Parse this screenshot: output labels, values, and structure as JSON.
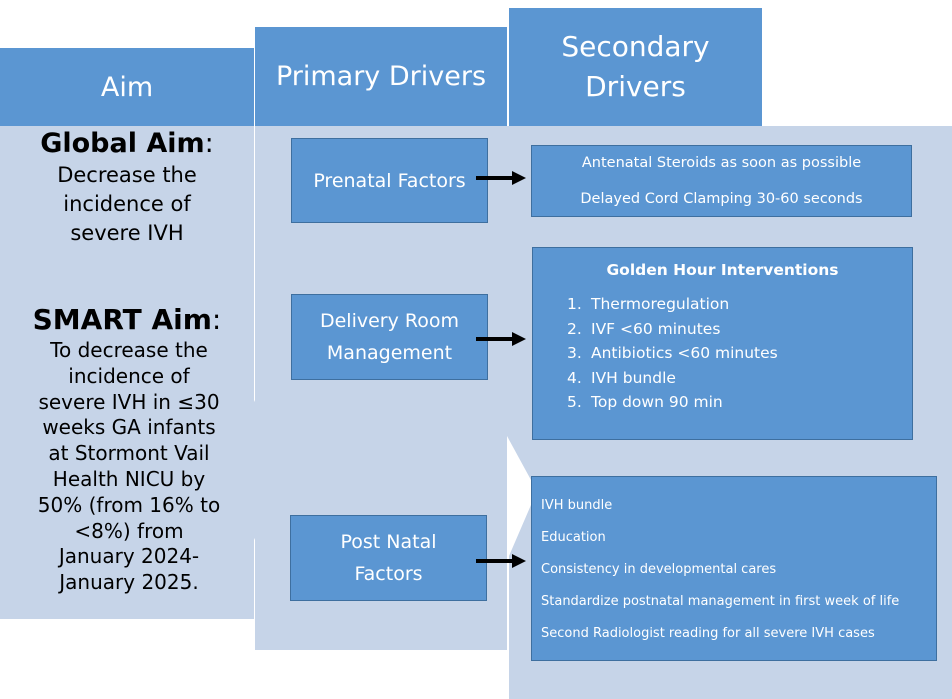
{
  "headers": {
    "aim": "Aim",
    "primary": "Primary Drivers",
    "secondary_line1": "Secondary",
    "secondary_line2": "Drivers"
  },
  "aim": {
    "global_title": "Global Aim",
    "global_colon": ":",
    "global_text_lines": [
      "Decrease the",
      "incidence of",
      "severe IVH"
    ],
    "smart_title": "SMART Aim",
    "smart_colon": ":",
    "smart_text_lines": [
      "To decrease the",
      "incidence of",
      "severe IVH in ≤30",
      "weeks GA infants",
      "at Stormont Vail",
      "Health NICU by",
      "50% (from 16% to",
      "<8%) from",
      "January 2024-",
      "January 2025."
    ]
  },
  "primary": [
    {
      "lines": [
        "Prenatal Factors"
      ]
    },
    {
      "lines": [
        "Delivery Room",
        "Management"
      ]
    },
    {
      "lines": [
        "Post Natal",
        "Factors"
      ]
    }
  ],
  "secondary": {
    "prenatal": [
      "Antenatal Steroids as soon as possible",
      "Delayed Cord Clamping 30-60 seconds"
    ],
    "golden_hour_title": "Golden Hour Interventions",
    "golden_hour_items": [
      {
        "num": "1.",
        "text": "Thermoregulation"
      },
      {
        "num": "2.",
        "text": "IVF <60 minutes"
      },
      {
        "num": "3.",
        "text": "Antibiotics <60 minutes"
      },
      {
        "num": "4.",
        "text": "IVH bundle"
      },
      {
        "num": "5.",
        "text": "Top down 90 min"
      }
    ],
    "postnatal": [
      "IVH bundle",
      "Education",
      "Consistency in developmental cares",
      "Standardize postnatal management in first week of life",
      "Second Radiologist reading for all severe IVH cases"
    ]
  },
  "colors": {
    "header_blue": "#5b96d2",
    "column_light": "#c6d4e8",
    "arrow": "#000000"
  }
}
